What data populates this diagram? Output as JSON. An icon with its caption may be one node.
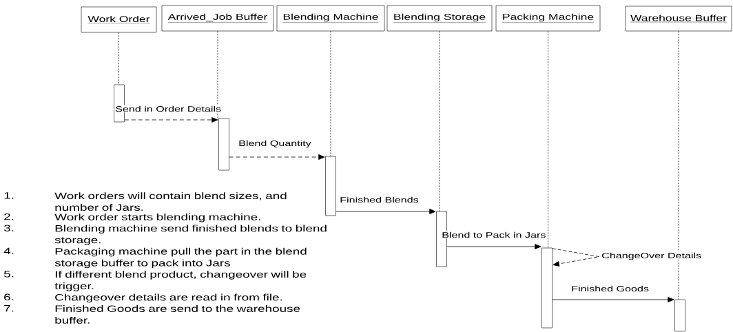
{
  "diagram": {
    "nodes": [
      {
        "text": [
          "Work Order"
        ]
      },
      {
        "text": [
          "Arrived_Job Buffer"
        ]
      },
      {
        "text": [
          "Blending Machine"
        ]
      },
      {
        "text": [
          "Blending Storage"
        ]
      },
      {
        "text": [
          "Packing Machine"
        ]
      },
      {
        "text": [
          "Warehouse Buffer"
        ]
      },
      {
        "text": [],
        "shape": "bar"
      },
      {
        "text": [],
        "shape": "bar"
      },
      {
        "text": [],
        "shape": "bar"
      },
      {
        "text": [],
        "shape": "bar"
      },
      {
        "text": [],
        "shape": "bar"
      },
      {
        "text": [],
        "shape": "bar"
      }
    ],
    "edges": [
      {
        "from": 0,
        "to": 6,
        "arrow": "none",
        "style": "dashed"
      },
      {
        "from": 1,
        "to": 7,
        "arrow": "none",
        "style": "dashed"
      },
      {
        "from": 2,
        "to": 8,
        "arrow": "none",
        "style": "dashed"
      },
      {
        "from": 3,
        "to": 9,
        "arrow": "none",
        "style": "dashed"
      },
      {
        "from": 4,
        "to": 10,
        "arrow": "none",
        "style": "dashed"
      },
      {
        "from": 5,
        "to": 11,
        "arrow": "none",
        "style": "dashed"
      },
      {
        "from": 6,
        "to": 7,
        "arrow": "to",
        "style": "dashed",
        "label": "Send in Order Details"
      },
      {
        "from": 7,
        "to": 8,
        "arrow": "to",
        "style": "dashed",
        "label": "Blend Quantity"
      },
      {
        "from": 8,
        "to": 9,
        "arrow": "to",
        "label": "Finished Blends"
      },
      {
        "from": 9,
        "to": 10,
        "arrow": "to",
        "label": "Blend to Pack in Jars"
      },
      {
        "from": 10,
        "to": 10,
        "arrow": "to",
        "style": "dashed",
        "label": "ChangeOver Details"
      },
      {
        "from": 10,
        "to": 11,
        "arrow": "to",
        "label": "Finished Goods"
      }
    ],
    "labels": [
      "1.",
      "Work orders will contain blend sizes, and number of Jars.",
      "2.",
      "Work order starts blending machine.",
      "3.",
      "Blending machine send finished blends to blend storage.",
      "4.",
      "Packaging machine pull the part in the blend storage buffer to pack into Jars",
      "5.",
      "If different blend product, changeover will be trigger.",
      "6.",
      "Changeover details are read in from file.",
      "7.",
      "Finished Goods are send to the warehouse buffer."
    ]
  }
}
